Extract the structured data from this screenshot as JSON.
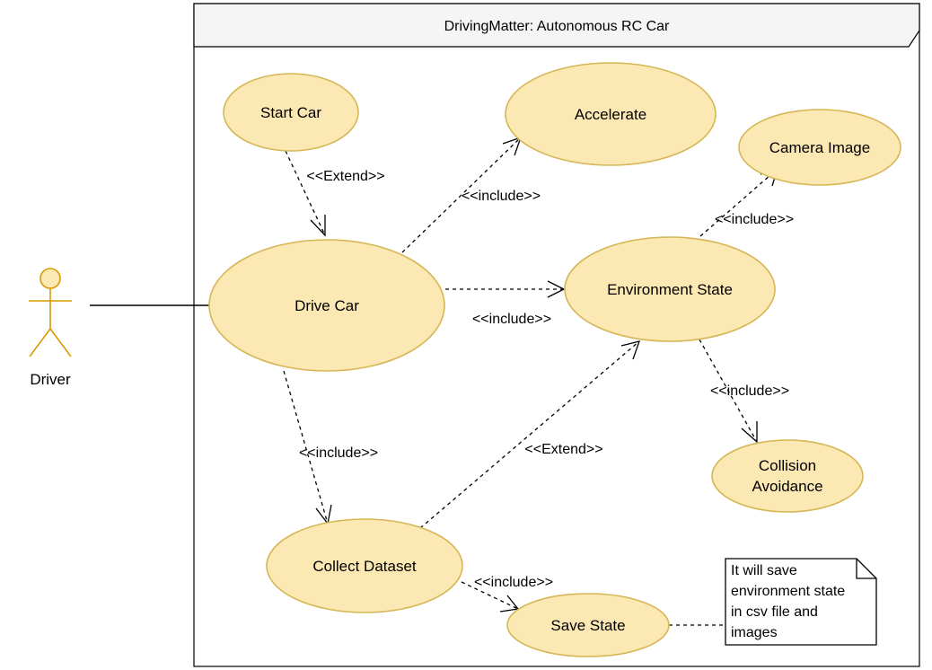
{
  "system": {
    "title": "DrivingMatter: Autonomous RC Car"
  },
  "actor": {
    "label": "Driver"
  },
  "use_cases": {
    "start_car": "Start Car",
    "accelerate": "Accelerate",
    "camera_image": "Camera Image",
    "drive_car": "Drive Car",
    "environment_state": "Environment State",
    "collision_avoidance_line1": "Collision",
    "collision_avoidance_line2": "Avoidance",
    "collect_dataset": "Collect Dataset",
    "save_state": "Save State"
  },
  "relations": {
    "start_to_drive": "<<Extend>>",
    "drive_to_accelerate": "<<include>>",
    "env_to_camera": "<<include>>",
    "drive_to_env": "<<include>>",
    "env_to_collision": "<<include>>",
    "drive_to_collect": "<<include>>",
    "collect_to_env": "<<Extend>>",
    "collect_to_save": "<<include>>"
  },
  "note": {
    "lines": [
      "It will save",
      "environment state",
      "in csv file and",
      "images"
    ]
  },
  "colors": {
    "usecase_fill": "#fbe8b2",
    "usecase_stroke": "#d6b656",
    "actor_stroke": "#d79b00"
  }
}
